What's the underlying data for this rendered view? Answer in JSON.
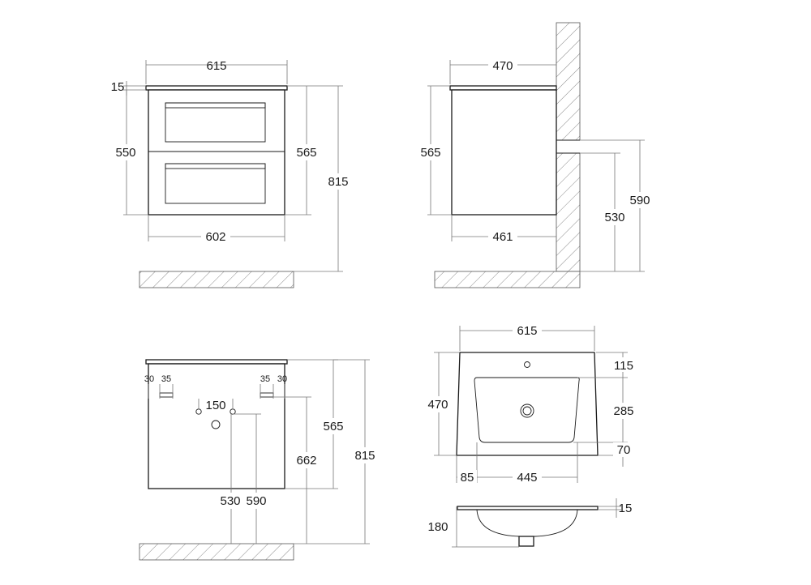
{
  "front_view": {
    "top_width": "615",
    "top_thickness": "15",
    "body_height": "550",
    "total_cabinet_height": "565",
    "mount_height": "815",
    "bottom_width": "602"
  },
  "side_view": {
    "top_depth": "470",
    "body_height": "565",
    "body_depth": "461",
    "outlet_height_low": "530",
    "outlet_height_high": "590"
  },
  "back_view": {
    "left_offset_a": "30",
    "left_offset_b": "35",
    "right_offset_b": "35",
    "right_offset_a": "30",
    "pipe_spacing": "150",
    "cabinet_height": "565",
    "drain_height": "662",
    "mount_height": "815",
    "supply_low": "530",
    "supply_high": "590"
  },
  "basin_top_view": {
    "width": "615",
    "depth": "470",
    "faucet_offset": "115",
    "bowl_depth": "285",
    "front_edge": "70",
    "side_margin": "85",
    "bowl_width": "445"
  },
  "basin_section": {
    "rim_thickness": "15",
    "total_depth": "180"
  }
}
